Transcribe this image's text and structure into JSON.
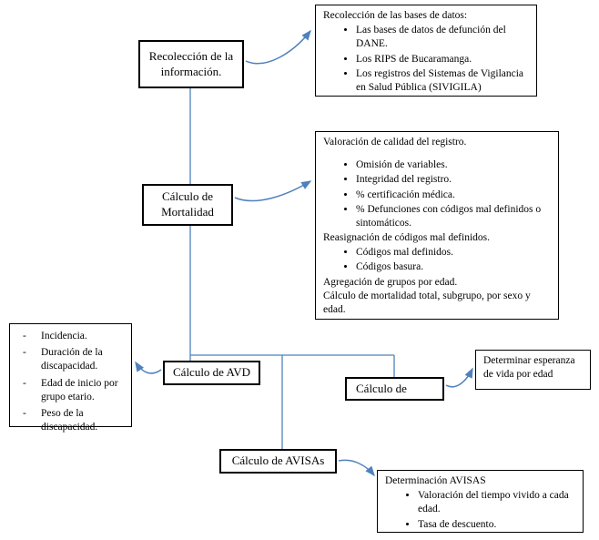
{
  "colors": {
    "connector": "#4f81bd",
    "border": "#000000",
    "background": "#ffffff"
  },
  "nodes": {
    "recoleccion": {
      "label": "Recolección de la información."
    },
    "mortalidad": {
      "label": "Cálculo de Mortalidad"
    },
    "avd": {
      "label": "Cálculo de AVD"
    },
    "calculo_de": {
      "label": "Cálculo de"
    },
    "avisas": {
      "label": "Cálculo de AVISAs"
    }
  },
  "details": {
    "bases_datos": {
      "title": "Recolección de las bases de datos:",
      "bullets": [
        "Las bases de datos de defunción del DANE.",
        "Los RIPS de Bucaramanga.",
        "Los registros del Sistemas de Vigilancia en Salud Pública (SIVIGILA)"
      ]
    },
    "valoracion": {
      "title": "Valoración de calidad del registro.",
      "bullets1": [
        "Omisión de variables.",
        "Integridad del registro.",
        "% certificación médica.",
        "% Defunciones con códigos mal definidos o sintomáticos."
      ],
      "line2": "Reasignación de códigos mal definidos.",
      "bullets2": [
        "Códigos mal definidos.",
        "Códigos basura."
      ],
      "line3": "Agregación de grupos por edad.",
      "line4": "Cálculo de mortalidad total, subgrupo, por sexo y edad."
    },
    "avd_inputs": {
      "items": [
        "Incidencia.",
        "Duración de la discapacidad.",
        "Edad de inicio por grupo etario.",
        "Peso de la discapacidad."
      ]
    },
    "esperanza": {
      "text": "Determinar esperanza de vida por edad"
    },
    "avisas_det": {
      "title": "Determinación AVISAS",
      "bullets": [
        "Valoración del tiempo vivido a cada edad.",
        "Tasa de descuento."
      ]
    }
  }
}
